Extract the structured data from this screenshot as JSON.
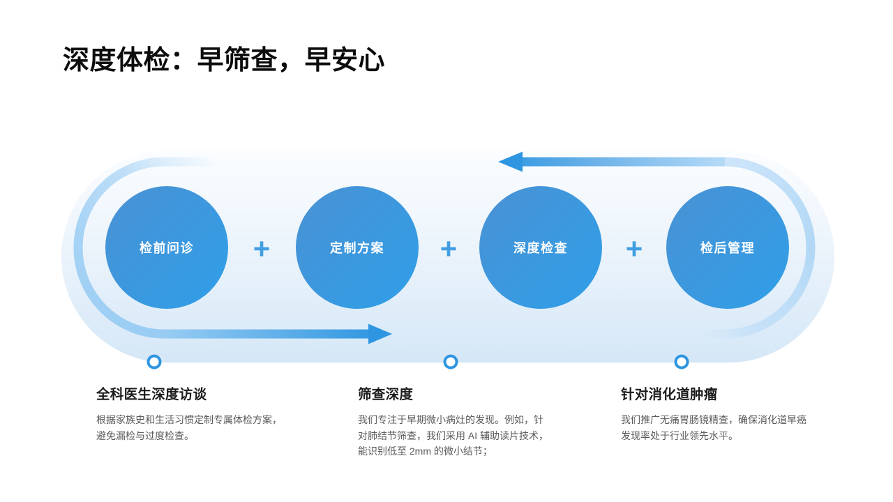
{
  "slide": {
    "title": "深度体检：早筛查，早安心"
  },
  "process": {
    "plus": "+",
    "steps": [
      {
        "label": "检前问诊"
      },
      {
        "label": "定制方案"
      },
      {
        "label": "深度检查"
      },
      {
        "label": "检后管理"
      }
    ]
  },
  "notes": [
    {
      "heading": "全科医生深度访谈",
      "body": "根据家族史和生活习惯定制专属体检方案，避免漏检与过度检查。"
    },
    {
      "heading": "筛查深度",
      "body": "我们专注于早期微小病灶的发现。例如，针对肺结节筛查，我们采用 AI 辅助读片技术，能识别低至 2mm 的微小结节；"
    },
    {
      "heading": "针对消化道肿瘤",
      "body": "我们推广无痛胃肠镜精查，确保消化道早癌发现率处于行业领先水平。"
    }
  ],
  "colors": {
    "arrow_solid": "#2e96e0",
    "arrow_light": "#a9d4f5",
    "circle_gradient_start": "#4a91d3",
    "circle_gradient_end": "#2f9fe9",
    "capsule_top": "#fbfdff",
    "capsule_bottom": "#d5e7f7",
    "plus_sign": "#429ee3",
    "ring_marker": "#2e96e0",
    "title_text": "#0c0c0c",
    "heading_text": "#1c1c1c",
    "body_text": "#595959"
  }
}
